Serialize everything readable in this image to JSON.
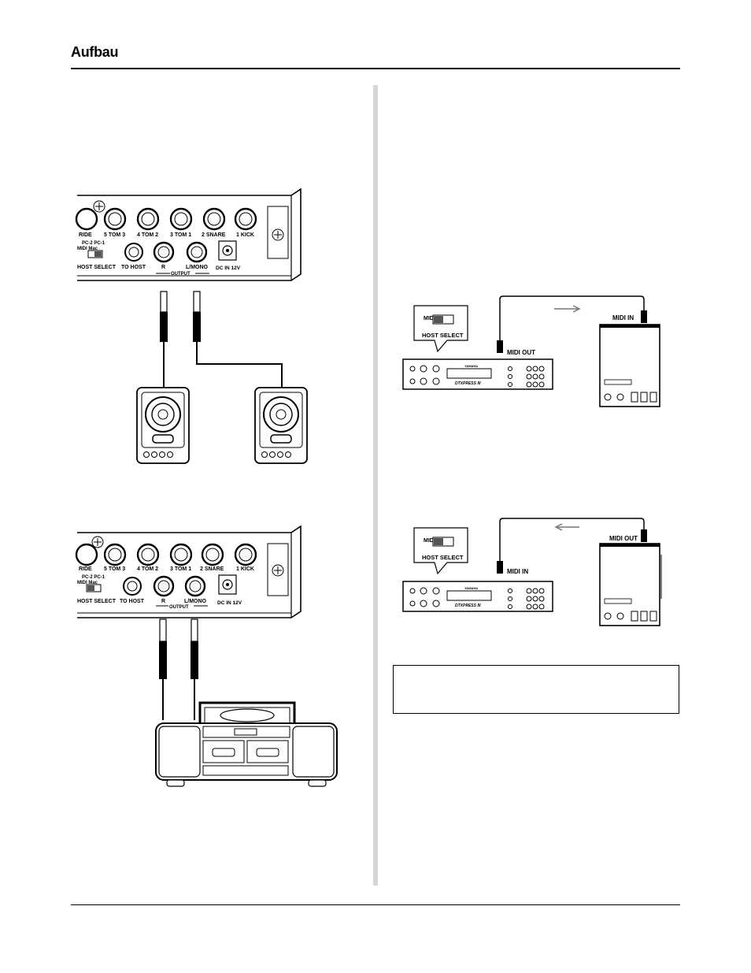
{
  "header": {
    "title": "Aufbau"
  },
  "panel": {
    "jacks": [
      "RIDE",
      "5 TOM 3",
      "4 TOM 2",
      "3 TOM 1",
      "2 SNARE",
      "1 KICK"
    ],
    "host_switch_top": "PC-2  PC-1",
    "host_switch_mid": "MIDI  Mac",
    "host_select": "HOST SELECT",
    "to_host": "TO HOST",
    "out_r": "R",
    "out_l": "L/MONO",
    "output": "OUTPUT",
    "dc_in": "DC IN 12V"
  },
  "midi": {
    "switch_label": "MIDI",
    "host_select": "HOST SELECT",
    "midi_out": "MIDI OUT",
    "midi_in": "MIDI IN",
    "brand": "YAMAHA",
    "model": "DTXPRESS III"
  },
  "colors": {
    "divider": "#d6d6d6",
    "line": "#000000"
  }
}
